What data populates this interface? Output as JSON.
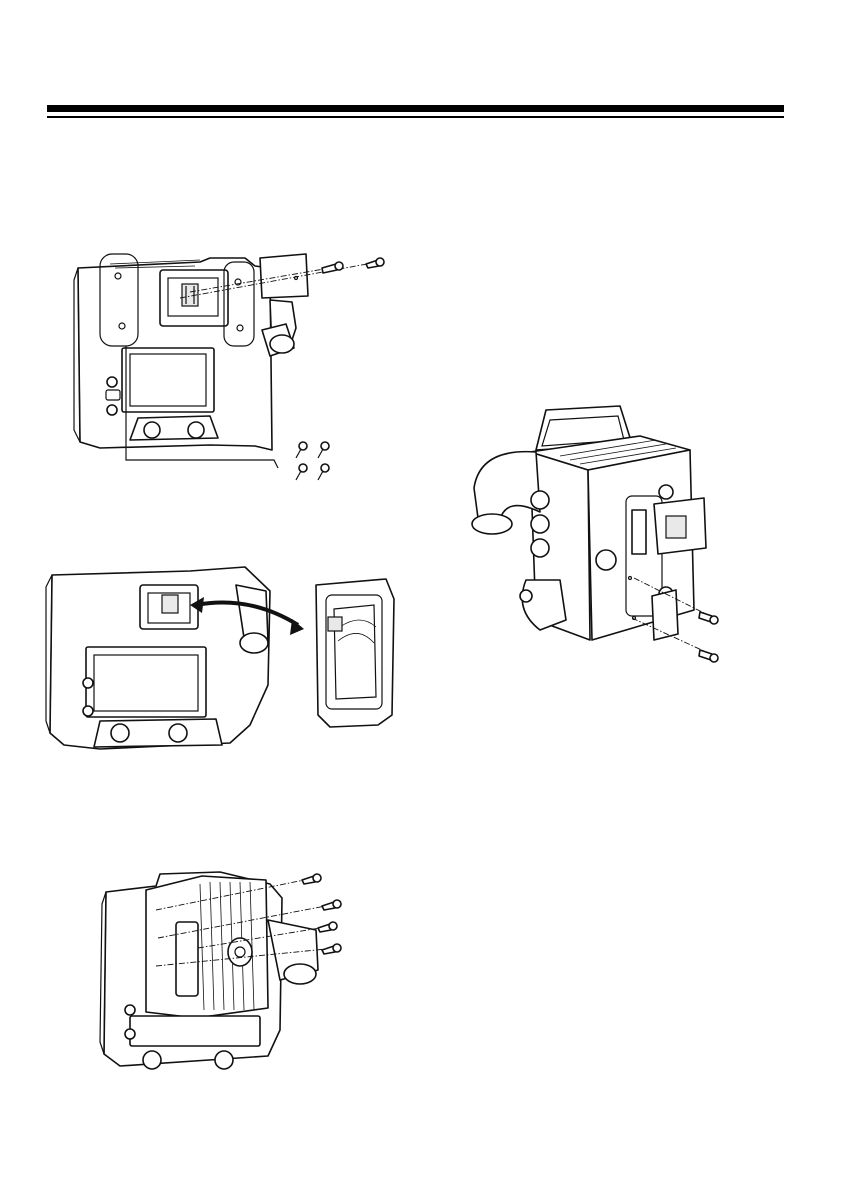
{
  "page": {
    "figures": [
      {
        "id": "fig-remove-plate"
      },
      {
        "id": "fig-disconnect-connector"
      },
      {
        "id": "fig-attach-adapter-plate"
      },
      {
        "id": "fig-attach-cover-plate"
      }
    ]
  }
}
